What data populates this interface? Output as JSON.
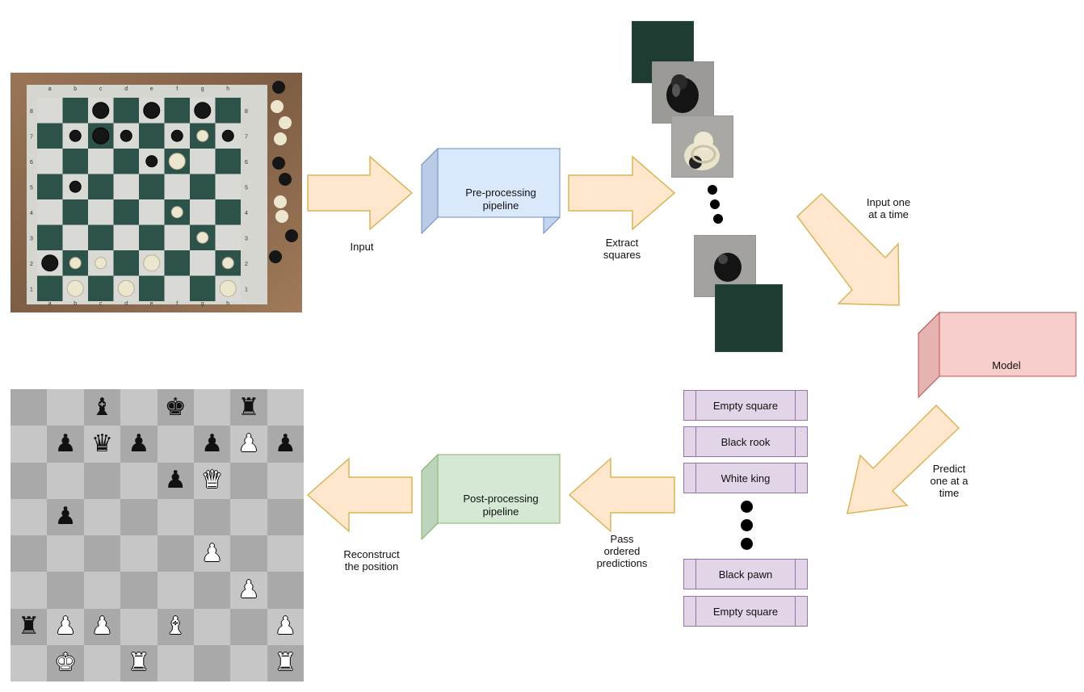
{
  "labels": {
    "input": "Input",
    "extract": "Extract\nsquares",
    "input_one": "Input one\nat a time",
    "predict": "Predict\none at a\ntime",
    "pass": "Pass\nordered\npredictions",
    "reconstruct": "Reconstruct\nthe position"
  },
  "boxes": {
    "pre": "Pre-processing\npipeline",
    "model": "Model",
    "post": "Post-processing\npipeline"
  },
  "predictions": [
    "Empty square",
    "Black rook",
    "White king",
    "Black pawn",
    "Empty square"
  ],
  "board_files": [
    "a",
    "b",
    "c",
    "d",
    "e",
    "f",
    "g",
    "h"
  ],
  "board_ranks": [
    "8",
    "7",
    "6",
    "5",
    "4",
    "3",
    "2",
    "1"
  ],
  "position": [
    [
      "",
      "",
      "b",
      "",
      "k",
      "",
      "r",
      ""
    ],
    [
      "",
      "p",
      "q",
      "p",
      "",
      "p",
      "P",
      "p"
    ],
    [
      "",
      "",
      "",
      "",
      "p",
      "Q",
      "",
      ""
    ],
    [
      "",
      "p",
      "",
      "",
      "",
      "",
      "",
      ""
    ],
    [
      "",
      "",
      "",
      "",
      "",
      "P",
      "",
      ""
    ],
    [
      "",
      "",
      "",
      "",
      "",
      "",
      "P",
      ""
    ],
    [
      "r",
      "P",
      "P",
      "",
      "B",
      "",
      "",
      "P"
    ],
    [
      "",
      "K",
      "",
      "R",
      "",
      "",
      "",
      "R"
    ]
  ],
  "colors": {
    "arrow_fill": "#ffe6cc",
    "arrow_stroke": "#d6b656",
    "pre_fill": "#dae8fc",
    "pre_stroke": "#6c8ebf",
    "model_fill": "#f8cecc",
    "model_stroke": "#b85450",
    "post_fill": "#d5e8d4",
    "post_stroke": "#82b366"
  }
}
